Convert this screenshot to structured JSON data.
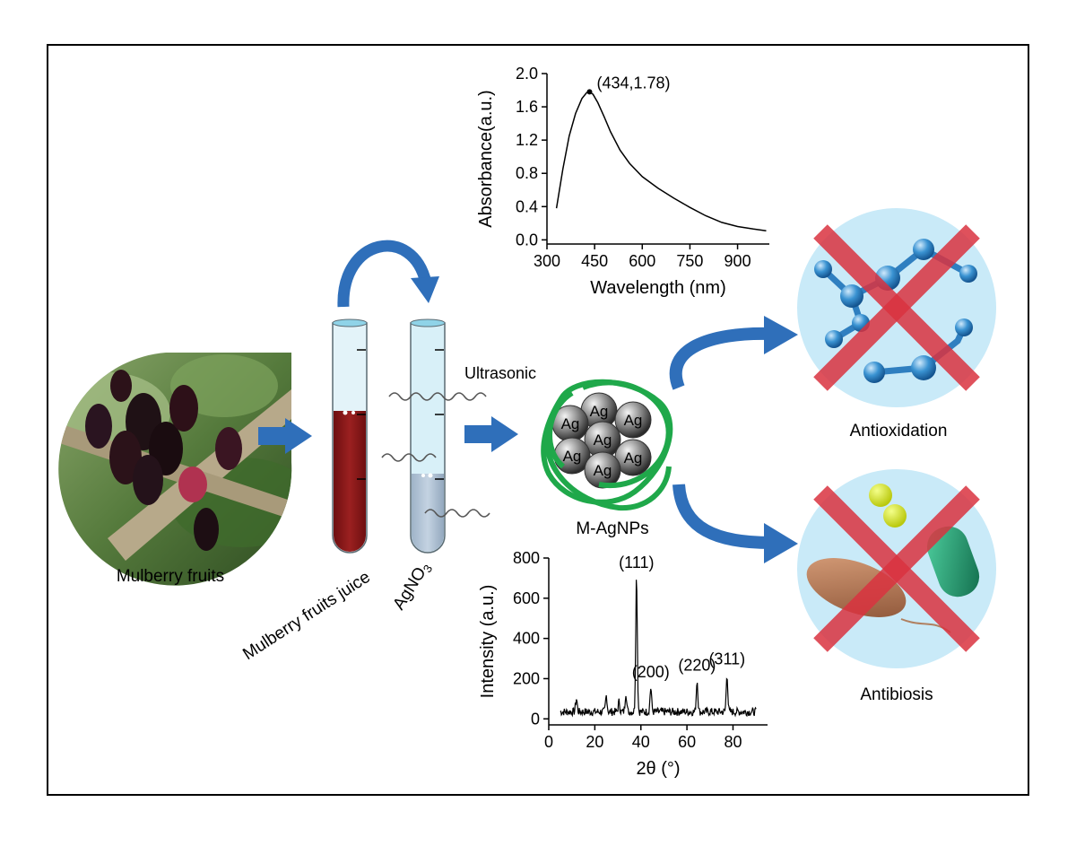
{
  "labels": {
    "mulberry_fruits": "Mulberry fruits",
    "juice": "Mulberry fruits juice",
    "agno3_main": "AgNO",
    "agno3_sub": "3",
    "ultrasonic": "Ultrasonic",
    "product": "M-AgNPs",
    "antioxidation": "Antioxidation",
    "antibiosis": "Antibiosis",
    "ag": "Ag"
  },
  "colors": {
    "frame": "#000000",
    "arrow_blue": "#2f6fba",
    "juice_red": "#8c1a1a",
    "agno3_fill": "#b4c6da",
    "tube_glass": "#d8f0f8",
    "circle_bg": "#c9eaf8",
    "cross_red": "#d9333f",
    "green_ring": "#1fa84a",
    "molecule_blue": "#3a93d2"
  },
  "chart_data": [
    {
      "type": "line",
      "xlabel": "Wavelength (nm)",
      "ylabel": "Absorbance(a.u.)",
      "xlim": [
        300,
        1000
      ],
      "ylim": [
        -0.05,
        2.0
      ],
      "xticks": [
        "300",
        "450",
        "600",
        "750",
        "900"
      ],
      "yticks": [
        "0.0",
        "0.4",
        "0.8",
        "1.2",
        "1.6",
        "2.0"
      ],
      "annotation": "(434,1.78)",
      "peak": {
        "x": 434,
        "y": 1.78
      },
      "x": [
        330,
        350,
        370,
        390,
        410,
        425,
        434,
        445,
        460,
        480,
        500,
        530,
        560,
        600,
        650,
        700,
        750,
        800,
        850,
        900,
        950,
        990
      ],
      "y": [
        0.38,
        0.85,
        1.25,
        1.52,
        1.7,
        1.77,
        1.78,
        1.75,
        1.65,
        1.48,
        1.3,
        1.08,
        0.92,
        0.76,
        0.62,
        0.5,
        0.39,
        0.29,
        0.21,
        0.16,
        0.13,
        0.11
      ]
    },
    {
      "type": "line",
      "xlabel": "2θ (°)",
      "ylabel": "Intensity (a.u.)",
      "xlim": [
        0,
        95
      ],
      "ylim": [
        -30,
        800
      ],
      "xticks": [
        "0",
        "20",
        "40",
        "60",
        "80"
      ],
      "yticks": [
        "0",
        "200",
        "400",
        "600",
        "800"
      ],
      "peak_labels": [
        {
          "text": "(111)",
          "x": 38.1
        },
        {
          "text": "(200)",
          "x": 44.3
        },
        {
          "text": "(220)",
          "x": 64.4
        },
        {
          "text": "(311)",
          "x": 77.4
        }
      ],
      "peaks": [
        {
          "x": 38.1,
          "y": 715
        },
        {
          "x": 44.3,
          "y": 155
        },
        {
          "x": 64.4,
          "y": 190
        },
        {
          "x": 77.4,
          "y": 220
        },
        {
          "x": 12.0,
          "y": 100
        },
        {
          "x": 25.0,
          "y": 115
        },
        {
          "x": 33.5,
          "y": 130
        },
        {
          "x": 30.5,
          "y": 85
        }
      ],
      "baseline": 35,
      "x_range": [
        5,
        90
      ]
    }
  ]
}
